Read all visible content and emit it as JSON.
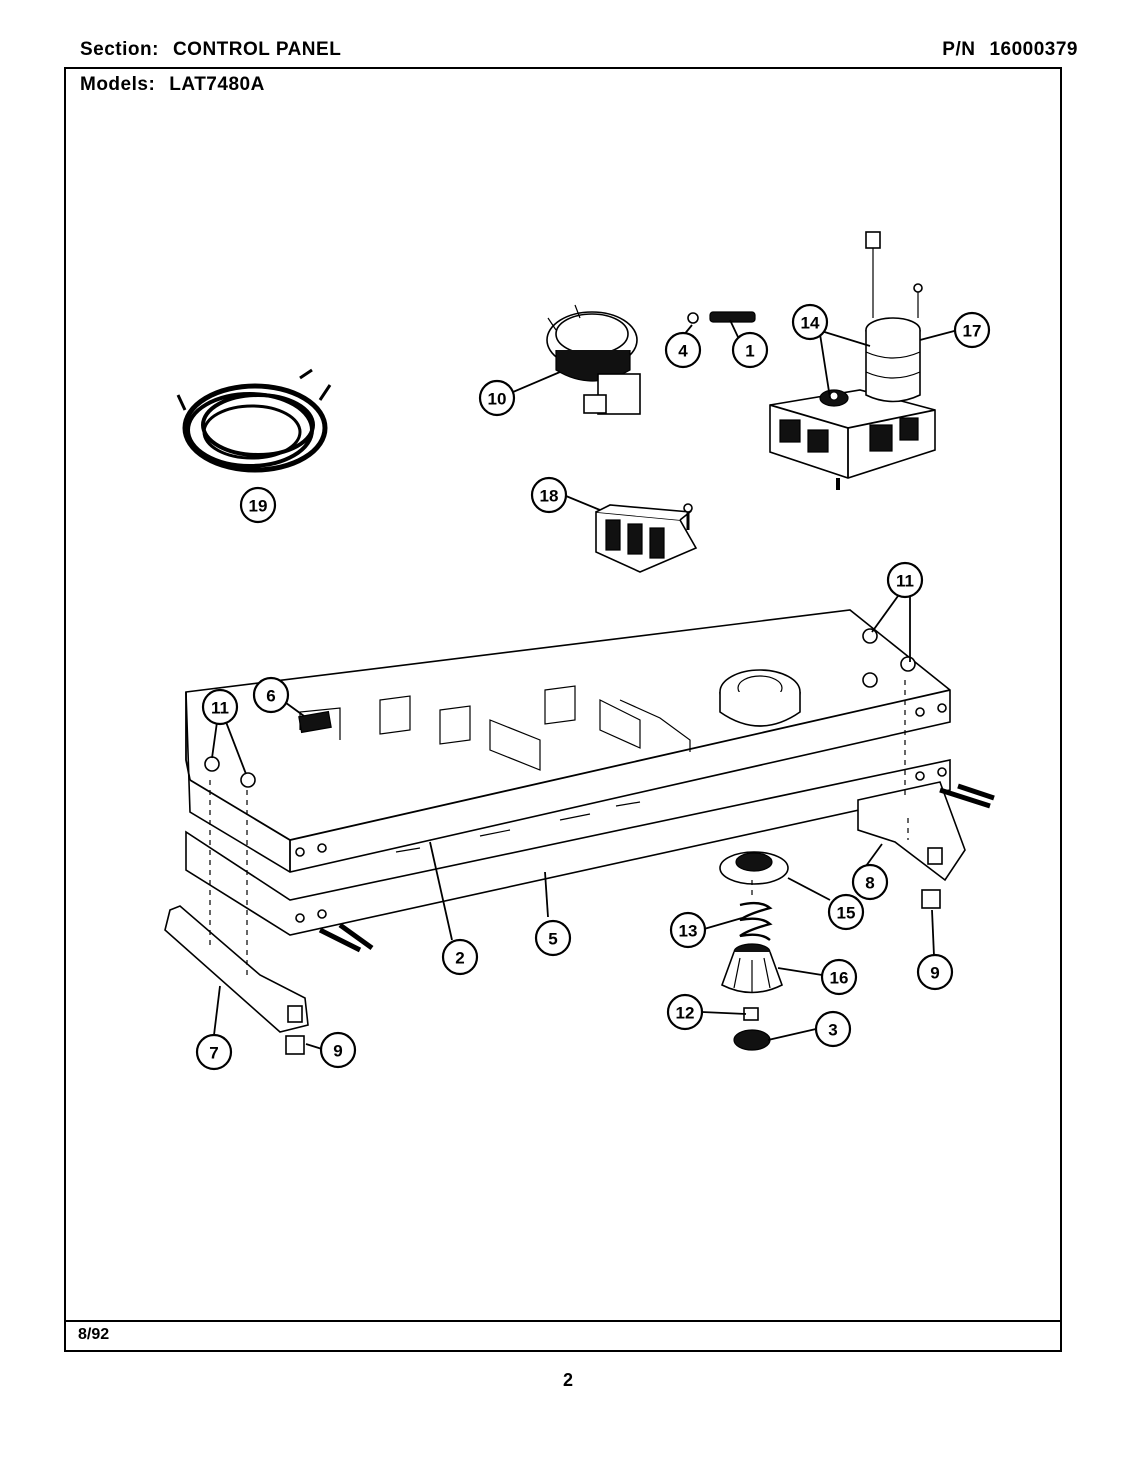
{
  "header": {
    "section_key": "Section:",
    "section_value": "CONTROL PANEL",
    "pn_key": "P/N",
    "pn_value": "16000379",
    "models_key": "Models:",
    "models_value": "LAT7480A"
  },
  "footer": {
    "date": "8/92",
    "page_number": "2"
  },
  "callouts": [
    {
      "id": "1",
      "label": "1"
    },
    {
      "id": "2",
      "label": "2"
    },
    {
      "id": "3",
      "label": "3"
    },
    {
      "id": "4",
      "label": "4"
    },
    {
      "id": "5",
      "label": "5"
    },
    {
      "id": "6",
      "label": "6"
    },
    {
      "id": "7",
      "label": "7"
    },
    {
      "id": "8",
      "label": "8"
    },
    {
      "id": "9a",
      "label": "9"
    },
    {
      "id": "9b",
      "label": "9"
    },
    {
      "id": "10",
      "label": "10"
    },
    {
      "id": "11a",
      "label": "11"
    },
    {
      "id": "11b",
      "label": "11"
    },
    {
      "id": "12",
      "label": "12"
    },
    {
      "id": "13",
      "label": "13"
    },
    {
      "id": "14",
      "label": "14"
    },
    {
      "id": "15",
      "label": "15"
    },
    {
      "id": "16",
      "label": "16"
    },
    {
      "id": "17",
      "label": "17"
    },
    {
      "id": "18",
      "label": "18"
    },
    {
      "id": "19",
      "label": "19"
    }
  ]
}
